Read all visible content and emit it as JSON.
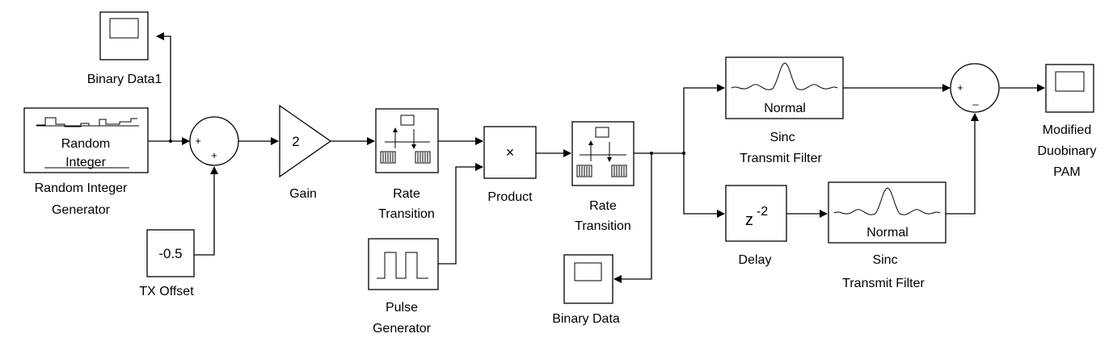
{
  "diagram": {
    "blocks": {
      "random_integer": {
        "icon_line1": "Random",
        "icon_line2": "Integer",
        "label_line1": "Random Integer",
        "label_line2": "Generator"
      },
      "scope_binary_data1": {
        "label": "Binary Data1"
      },
      "sum1": {
        "sign1": "+",
        "sign2": "+"
      },
      "tx_offset": {
        "value": "-0.5",
        "label": "TX Offset"
      },
      "gain": {
        "value": "2",
        "label": "Gain"
      },
      "rate_transition1": {
        "label_line1": "Rate",
        "label_line2": "Transition"
      },
      "pulse_generator": {
        "label_line1": "Pulse",
        "label_line2": "Generator"
      },
      "product": {
        "symbol": "×",
        "label": "Product"
      },
      "rate_transition2": {
        "label_line1": "Rate",
        "label_line2": "Transition"
      },
      "scope_binary_data": {
        "label": "Binary Data"
      },
      "sinc_filter1": {
        "icon_text": "Normal",
        "label_line1": "Sinc",
        "label_line2": "Transmit Filter"
      },
      "delay": {
        "exp_base": "z",
        "exponent": "-2",
        "label": "Delay"
      },
      "sinc_filter2": {
        "icon_text": "Normal",
        "label_line1": "Sinc",
        "label_line2": "Transmit Filter"
      },
      "sum2": {
        "sign1": "+",
        "sign2": "_"
      },
      "scope_pam": {
        "label_line1": "Modified",
        "label_line2": "Duobinary",
        "label_line3": "PAM"
      }
    },
    "colors": {
      "line": "#000000",
      "background": "#ffffff"
    }
  }
}
